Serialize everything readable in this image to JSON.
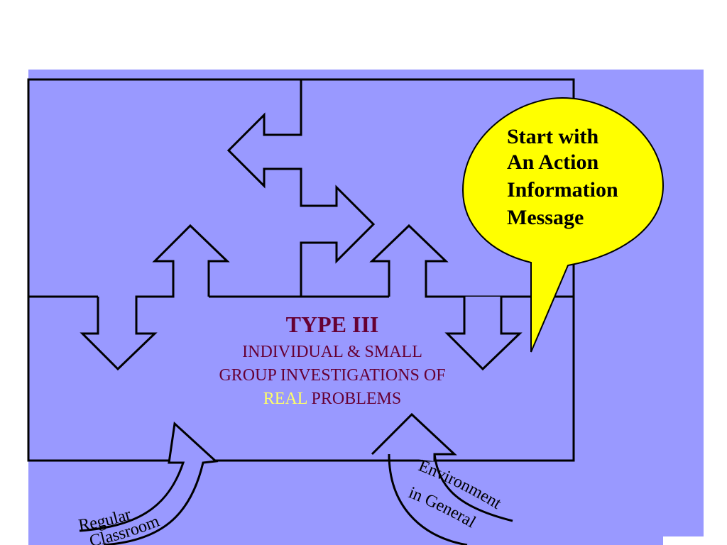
{
  "colors": {
    "page": "#ffffff",
    "panel": "#9999ff",
    "outline": "#000000",
    "accent_text": "#660033",
    "highlight_text": "#ffff66",
    "bubble_fill": "#ffff00"
  },
  "center": {
    "title": "TYPE III",
    "line1": "INDIVIDUAL & SMALL",
    "line2": "GROUP INVESTIGATIONS OF",
    "line3_highlight": "REAL",
    "line3_rest": "PROBLEMS"
  },
  "bubble": {
    "lines": [
      "Start with",
      "An Action",
      "Information",
      "Message"
    ]
  },
  "sources": {
    "left": {
      "line1": "Regular",
      "line2": "Classroom"
    },
    "right": {
      "line1": "Environment",
      "line2": "in General"
    }
  }
}
